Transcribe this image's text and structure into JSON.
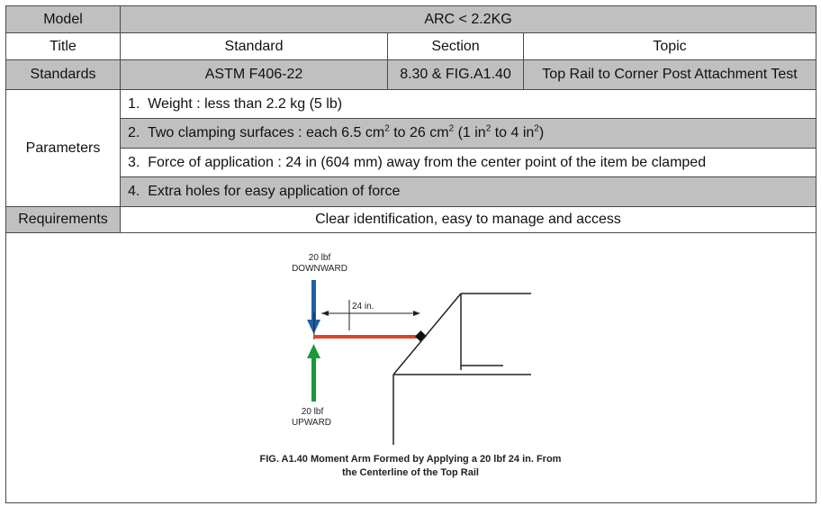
{
  "rows": {
    "model": {
      "label": "Model",
      "value": "ARC < 2.2KG"
    },
    "title": {
      "label": "Title",
      "standard": "Standard",
      "section": "Section",
      "topic": "Topic"
    },
    "standards": {
      "label": "Standards",
      "standard": "ASTM F406-22",
      "section": "8.30 & FIG.A1.40",
      "topic": "Top Rail to Corner Post Attachment Test"
    },
    "parameters": {
      "label": "Parameters",
      "items": [
        {
          "num": "1.",
          "text": "Weight : less than 2.2 kg (5 lb)"
        },
        {
          "num": "2.",
          "text_a": "Two clamping surfaces : each 6.5 cm",
          "sup1": "2",
          "text_b": " to 26 cm",
          "sup2": "2",
          "text_c": " (1 in",
          "sup3": "2",
          "text_d": " to 4 in",
          "sup4": "2",
          "text_e": ")"
        },
        {
          "num": "3.",
          "text": "Force of application : 24 in (604 mm) away from the center point of the item be clamped"
        },
        {
          "num": "4.",
          "text": "Extra holes for easy application of force"
        }
      ]
    },
    "requirements": {
      "label": "Requirements",
      "value": "Clear identification, easy to manage and access"
    }
  },
  "figure": {
    "force_down_value": "20 lbf",
    "force_down_dir": "DOWNWARD",
    "force_up_value": "20 lbf",
    "force_up_dir": "UPWARD",
    "distance": "24 in.",
    "caption_line1": "FIG. A1.40 Moment Arm Formed by Applying a 20 lbf 24 in. From",
    "caption_line2": "the Centerline of the Top Rail",
    "colors": {
      "down_arrow": "#1f5fa8",
      "up_arrow": "#1a9a3a",
      "rail": "#e0432a"
    }
  }
}
